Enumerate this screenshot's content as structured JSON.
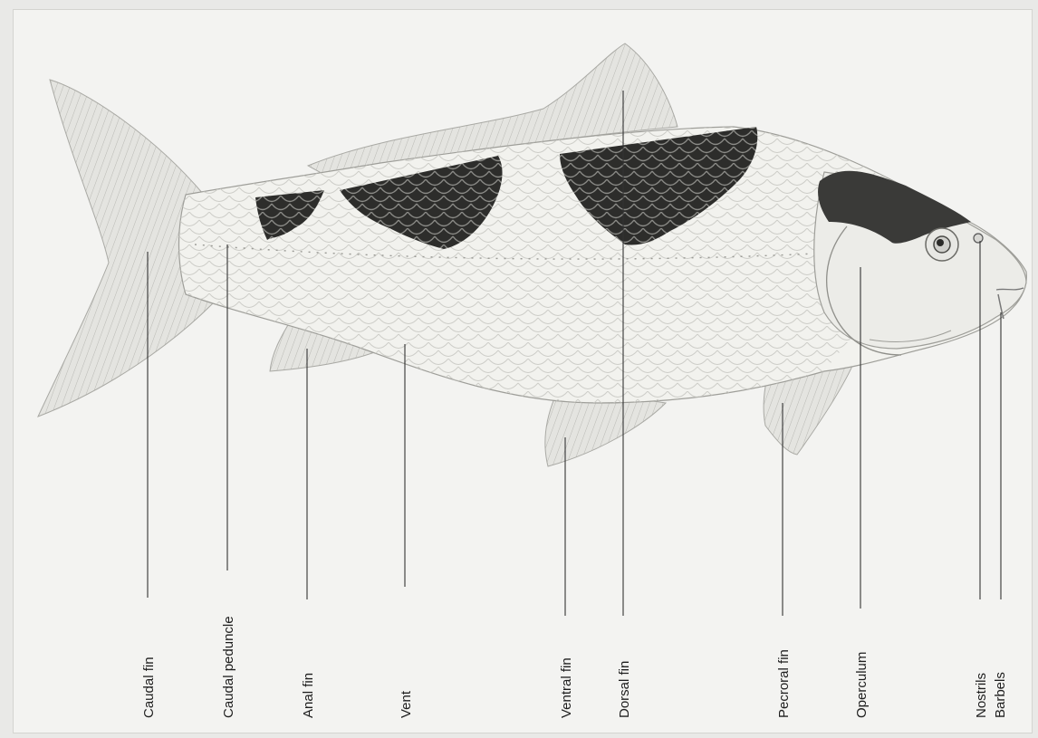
{
  "labels": {
    "caudal_fin": "Caudal fin",
    "caudal_peduncle": "Caudal peduncle",
    "anal_fin": "Anal fin",
    "vent": "Vent",
    "ventral_fin": "Ventral fin",
    "dorsal_fin": "Dorsal fin",
    "pectoral_fin": "Pecroral fin",
    "operculum": "Operculum",
    "nostrils": "Nostrils",
    "barbels": "Barbels"
  },
  "colors": {
    "body": "#f2f2ee",
    "fin": "#dcdcd8",
    "black_scales": "#2d2d2b",
    "head_patch": "#3a3a38",
    "leader_line": "#333333"
  }
}
